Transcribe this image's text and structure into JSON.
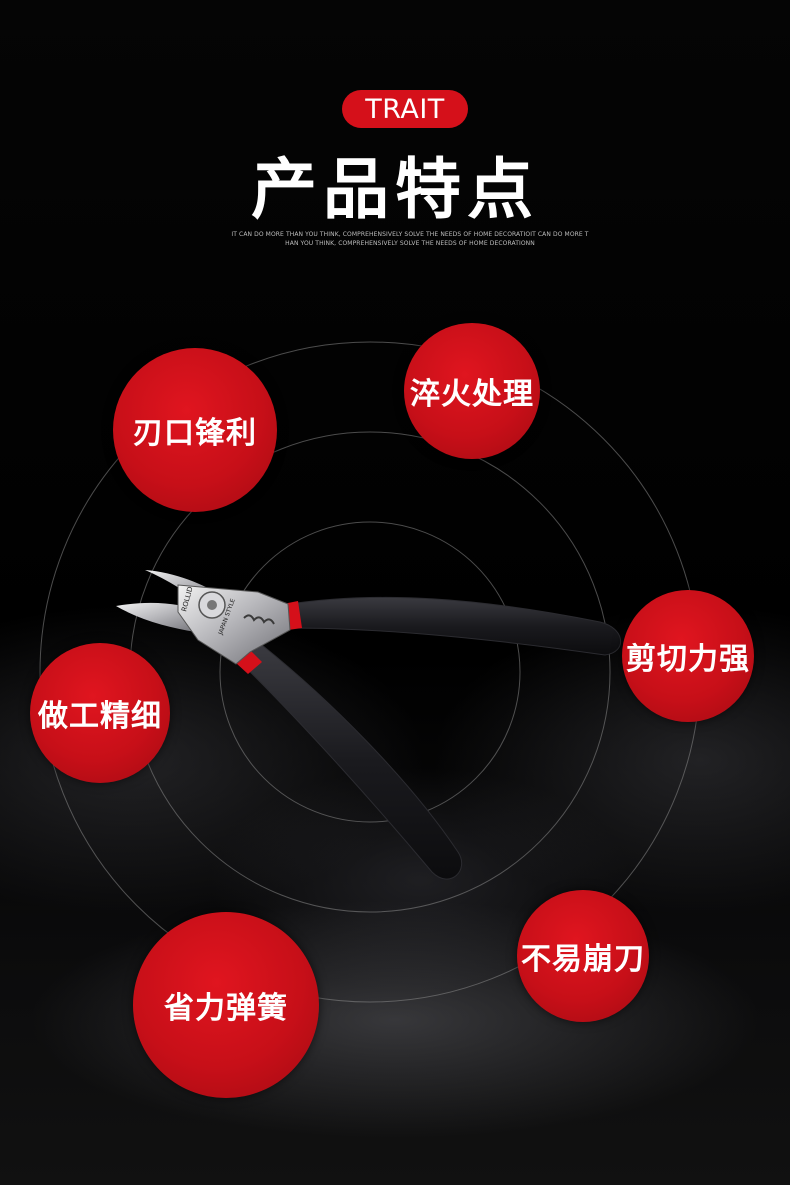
{
  "header": {
    "badge": "TRAIT",
    "title": "产品特点",
    "subtitle_line1": "IT CAN DO MORE THAN YOU THINK, COMPREHENSIVELY SOLVE THE NEEDS OF HOME DECORATIOIT CAN DO MORE T",
    "subtitle_line2": "HAN YOU THINK, COMPREHENSIVELY SOLVE THE NEEDS OF HOME DECORATIONN"
  },
  "features": [
    {
      "label": "刃口锋利"
    },
    {
      "label": "淬火处理"
    },
    {
      "label": "剪切力强"
    },
    {
      "label": "做工精细"
    },
    {
      "label": "不易崩刀"
    },
    {
      "label": "省力弹簧"
    }
  ],
  "product": {
    "engraving_brand": "ROLLID",
    "engraving_origin": "JAPAN STYLE"
  },
  "colors": {
    "accent_red": "#d5101a",
    "handle_black": "#1a1a1e",
    "background": "#000000"
  }
}
